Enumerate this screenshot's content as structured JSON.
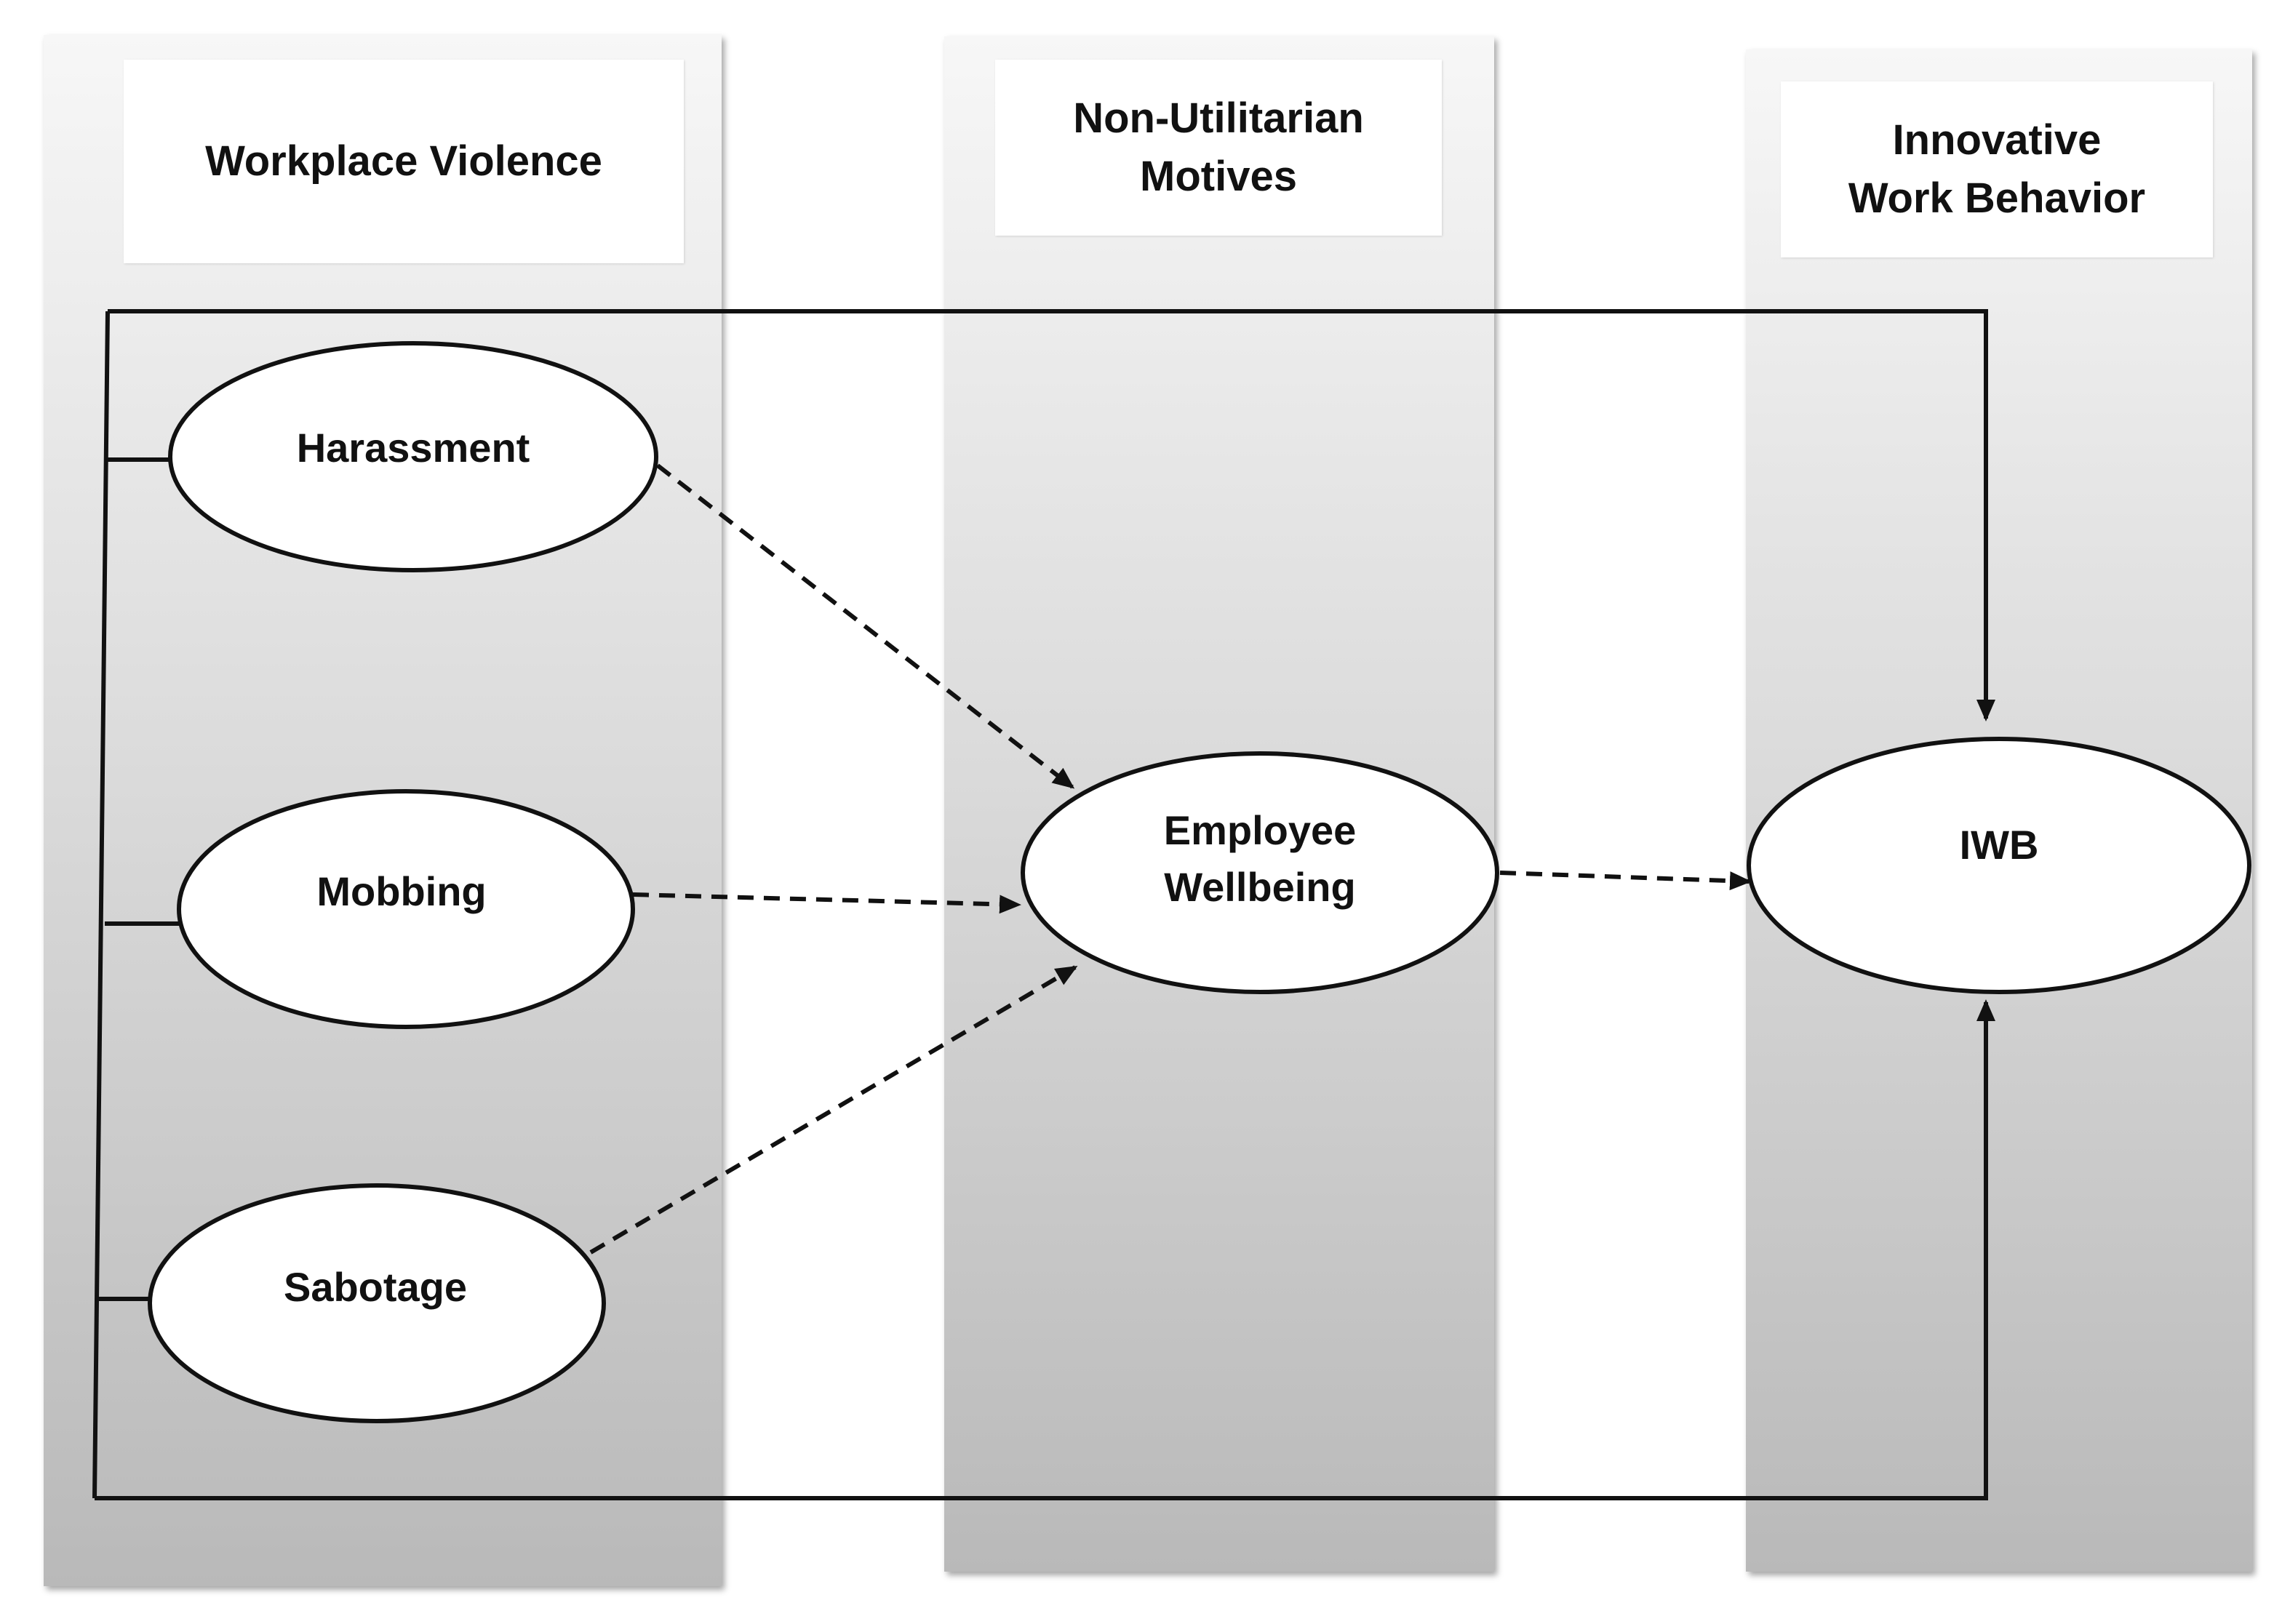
{
  "columns": [
    {
      "id": "workplace-violence",
      "title_lines": [
        "Workplace Violence"
      ]
    },
    {
      "id": "non-utilitarian-motives",
      "title_lines": [
        "Non-Utilitarian",
        "Motives"
      ]
    },
    {
      "id": "innovative-work-behavior",
      "title_lines": [
        "Innovative",
        "Work Behavior"
      ]
    }
  ],
  "nodes": {
    "harassment": {
      "lines": [
        "Harassment"
      ]
    },
    "mobbing": {
      "lines": [
        "Mobbing"
      ]
    },
    "sabotage": {
      "lines": [
        "Sabotage"
      ]
    },
    "employee_wellbeing": {
      "lines": [
        "Employee",
        "Wellbeing"
      ]
    },
    "iwb": {
      "lines": [
        "IWB"
      ]
    }
  },
  "edges": [
    {
      "from": "harassment",
      "to": "employee_wellbeing",
      "style": "dashed"
    },
    {
      "from": "mobbing",
      "to": "employee_wellbeing",
      "style": "dashed"
    },
    {
      "from": "sabotage",
      "to": "employee_wellbeing",
      "style": "dashed"
    },
    {
      "from": "employee_wellbeing",
      "to": "iwb",
      "style": "dashed"
    },
    {
      "from": "workplace_violence_group",
      "to": "iwb",
      "style": "solid"
    }
  ],
  "colors": {
    "line": "#111111",
    "node_fill": "#ffffff",
    "panel_top": "#f7f7f7",
    "panel_bottom": "#b9b9b9"
  }
}
